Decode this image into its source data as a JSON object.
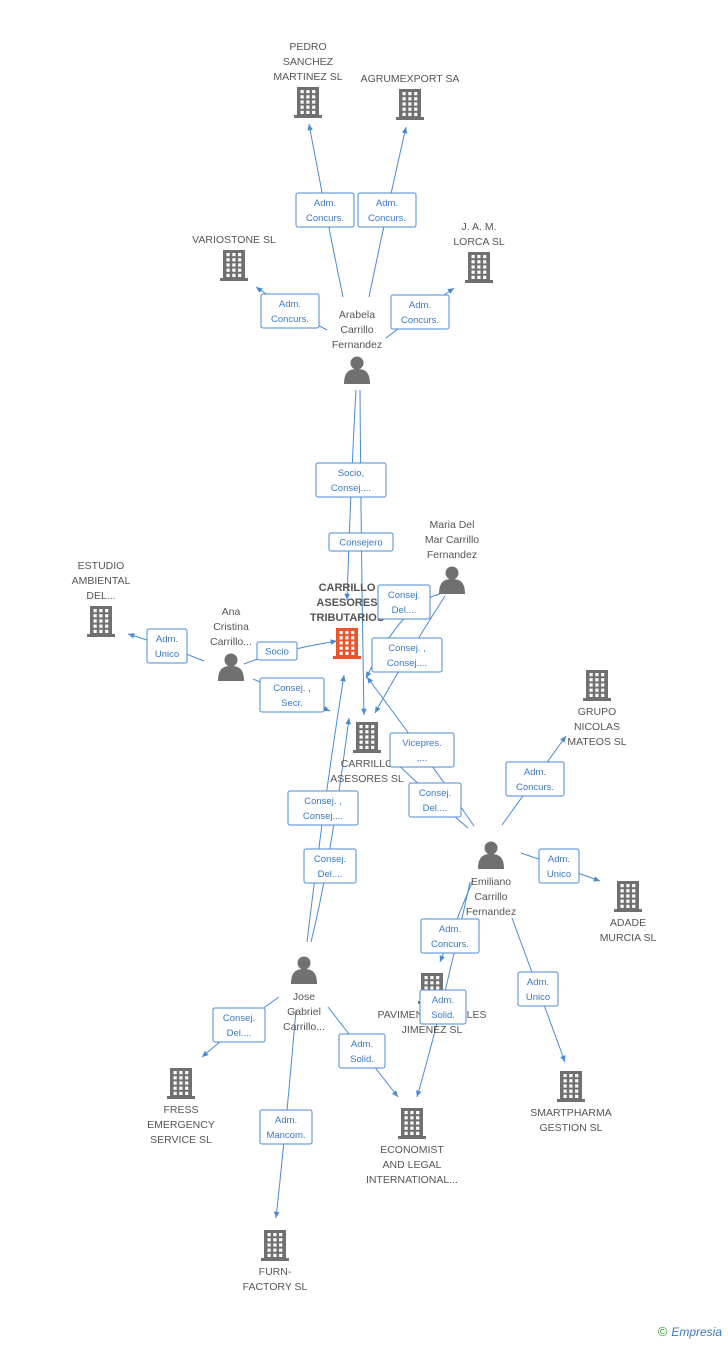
{
  "colors": {
    "building": "#707070",
    "building_main": "#e8552a",
    "person": "#707070",
    "edge": "#4a8ad4",
    "label": "#555555"
  },
  "nodes": [
    {
      "id": "pedro",
      "type": "company",
      "lines": [
        "PEDRO",
        "SANCHEZ",
        "MARTINEZ  SL"
      ]
    },
    {
      "id": "agrumexport",
      "type": "company",
      "lines": [
        "AGRUMEXPORT SA"
      ]
    },
    {
      "id": "variostone",
      "type": "company",
      "lines": [
        "VARIOSTONE SL"
      ]
    },
    {
      "id": "jam",
      "type": "company",
      "lines": [
        "J.  A.  M.",
        "LORCA SL"
      ]
    },
    {
      "id": "arabela",
      "type": "person",
      "lines": [
        "Arabela",
        "Carrillo",
        "Fernandez"
      ]
    },
    {
      "id": "maria",
      "type": "person",
      "lines": [
        "Maria Del",
        "Mar Carrillo",
        "Fernandez"
      ]
    },
    {
      "id": "estudio",
      "type": "company",
      "lines": [
        "ESTUDIO",
        "AMBIENTAL",
        "DEL..."
      ]
    },
    {
      "id": "ana",
      "type": "person",
      "lines": [
        "Ana",
        "Cristina",
        "Carrillo..."
      ]
    },
    {
      "id": "carrillo_tributarios",
      "type": "company_main",
      "lines": [
        "CARRILLO",
        "ASESORES",
        "TRIBUTARIOS"
      ]
    },
    {
      "id": "carrillo_asesores",
      "type": "company",
      "lines": [
        "CARRILLO",
        "ASESORES SL"
      ]
    },
    {
      "id": "grupo",
      "type": "company",
      "lines": [
        "GRUPO",
        "NICOLAS",
        "MATEOS SL"
      ]
    },
    {
      "id": "emiliano",
      "type": "person",
      "lines": [
        "Emiliano",
        "Carrillo",
        "Fernandez"
      ]
    },
    {
      "id": "adade",
      "type": "company",
      "lines": [
        "ADADE",
        "MURCIA SL"
      ]
    },
    {
      "id": "jose",
      "type": "person",
      "lines": [
        "Jose",
        "Gabriel",
        "Carrillo..."
      ]
    },
    {
      "id": "pavimentos",
      "type": "company",
      "lines": [
        "PAVIMENTOS VALLES",
        "JIMENEZ SL"
      ]
    },
    {
      "id": "fress",
      "type": "company",
      "lines": [
        "FRESS",
        "EMERGENCY",
        "SERVICE SL"
      ]
    },
    {
      "id": "economist",
      "type": "company",
      "lines": [
        "ECONOMIST",
        "AND LEGAL",
        "INTERNATIONAL..."
      ]
    },
    {
      "id": "smartpharma",
      "type": "company",
      "lines": [
        "SMARTPHARMA",
        "GESTION SL"
      ]
    },
    {
      "id": "furn",
      "type": "company",
      "lines": [
        "FURN-",
        "FACTORY SL"
      ]
    }
  ],
  "edges": [
    {
      "from": "arabela",
      "to": "pedro",
      "lines": [
        "Adm.",
        "Concurs."
      ]
    },
    {
      "from": "arabela",
      "to": "agrumexport",
      "lines": [
        "Adm.",
        "Concurs."
      ]
    },
    {
      "from": "arabela",
      "to": "variostone",
      "lines": [
        "Adm.",
        "Concurs."
      ]
    },
    {
      "from": "arabela",
      "to": "jam",
      "lines": [
        "Adm.",
        "Concurs."
      ]
    },
    {
      "from": "arabela",
      "to": "carrillo_tributarios",
      "lines": [
        "Socio,",
        "Consej...."
      ]
    },
    {
      "from": "arabela",
      "to": "carrillo_asesores",
      "lines": [
        "Consejero"
      ]
    },
    {
      "from": "maria",
      "to": "carrillo_tributarios",
      "lines": [
        "Consej.",
        "Del...."
      ]
    },
    {
      "from": "maria",
      "to": "carrillo_asesores",
      "lines": [
        "Consej. ,",
        "Consej...."
      ]
    },
    {
      "from": "ana",
      "to": "estudio",
      "lines": [
        "Adm.",
        "Unico"
      ]
    },
    {
      "from": "ana",
      "to": "carrillo_tributarios",
      "lines": [
        "Socio"
      ]
    },
    {
      "from": "ana",
      "to": "carrillo_asesores",
      "lines": [
        "Consej. ,",
        "Secr."
      ]
    },
    {
      "from": "emiliano",
      "to": "carrillo_tributarios",
      "lines": [
        "Vicepres.",
        ",..."
      ]
    },
    {
      "from": "emiliano",
      "to": "carrillo_asesores",
      "lines": [
        "Consej.",
        "Del...."
      ]
    },
    {
      "from": "emiliano",
      "to": "grupo",
      "lines": [
        "Adm.",
        "Concurs."
      ]
    },
    {
      "from": "emiliano",
      "to": "adade",
      "lines": [
        "Adm.",
        "Unico"
      ]
    },
    {
      "from": "emiliano",
      "to": "pavimentos",
      "lines": [
        "Adm.",
        "Concurs."
      ]
    },
    {
      "from": "emiliano",
      "to": "economist",
      "lines": [
        "Adm.",
        "Solid."
      ]
    },
    {
      "from": "emiliano",
      "to": "smartpharma",
      "lines": [
        "Adm.",
        "Unico"
      ]
    },
    {
      "from": "jose",
      "to": "carrillo_tributarios",
      "lines": [
        "Consej. ,",
        "Consej...."
      ]
    },
    {
      "from": "jose",
      "to": "carrillo_asesores",
      "lines": [
        "Consej.",
        "Del...."
      ]
    },
    {
      "from": "jose",
      "to": "fress",
      "lines": [
        "Consej.",
        "Del...."
      ]
    },
    {
      "from": "jose",
      "to": "economist",
      "lines": [
        "Adm.",
        "Solid."
      ]
    },
    {
      "from": "jose",
      "to": "furn",
      "lines": [
        "Adm.",
        "Mancom."
      ]
    }
  ],
  "brand": {
    "copyright": "©",
    "name": "Empresia"
  }
}
